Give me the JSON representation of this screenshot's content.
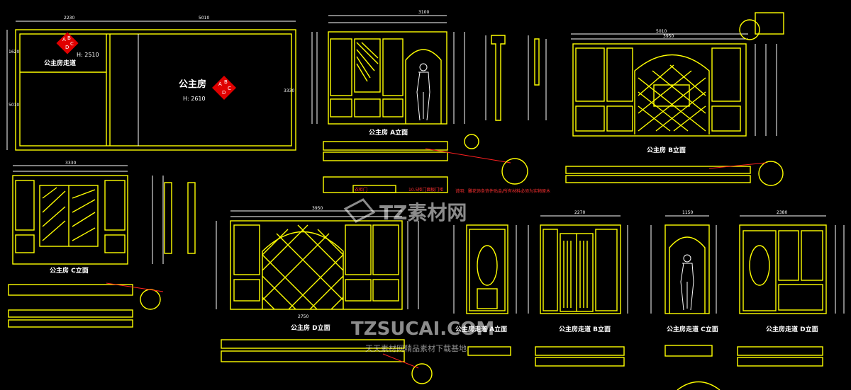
{
  "colors": {
    "background": "#000000",
    "frame": "#ffff00",
    "text": "#ffffff",
    "note": "#ff2020",
    "dim": "#00ffff"
  },
  "plan": {
    "corridor_label": "公主房走道",
    "corridor_height": "H: 2510",
    "room_label": "公主房",
    "room_height": "H: 2610",
    "logo_letters": [
      "A",
      "B",
      "C",
      "D"
    ],
    "dims_top": [
      "2230",
      "5010"
    ],
    "dims_side": [
      "1620",
      "5010",
      "3330"
    ]
  },
  "views": [
    {
      "id": "room-a",
      "title": "公主房  A立面"
    },
    {
      "id": "room-b",
      "title": "公主房  B立面"
    },
    {
      "id": "room-c",
      "title": "公主房  C立面"
    },
    {
      "id": "room-d",
      "title": "公主房  D立面"
    },
    {
      "id": "corr-a",
      "title": "公主房走道  A立面"
    },
    {
      "id": "corr-b",
      "title": "公主房走道  B立面"
    },
    {
      "id": "corr-c",
      "title": "公主房走道  C立面"
    },
    {
      "id": "corr-d",
      "title": "公主房走道  D立面"
    }
  ],
  "notes": {
    "main_note": "说明：雕花饰条饰件贴金/所有材料必须为实物原木",
    "callout_1": "衣柜门",
    "callout_2": "10.5柜门面板门柜"
  },
  "dims": {
    "room_a_width": "3100",
    "room_b_width": "5010",
    "room_b_inner": "3950",
    "room_c_width": "3330",
    "room_d_width": "3950",
    "room_d_arch": "2750",
    "corr_b_width": "2270",
    "corr_c_width": "1150",
    "corr_d_width": "2380"
  },
  "watermark": {
    "brand_cn": "TZ素材网",
    "brand_en": "TZSUCAI.COM",
    "tagline": "天天素材网精品素材下载基地"
  }
}
